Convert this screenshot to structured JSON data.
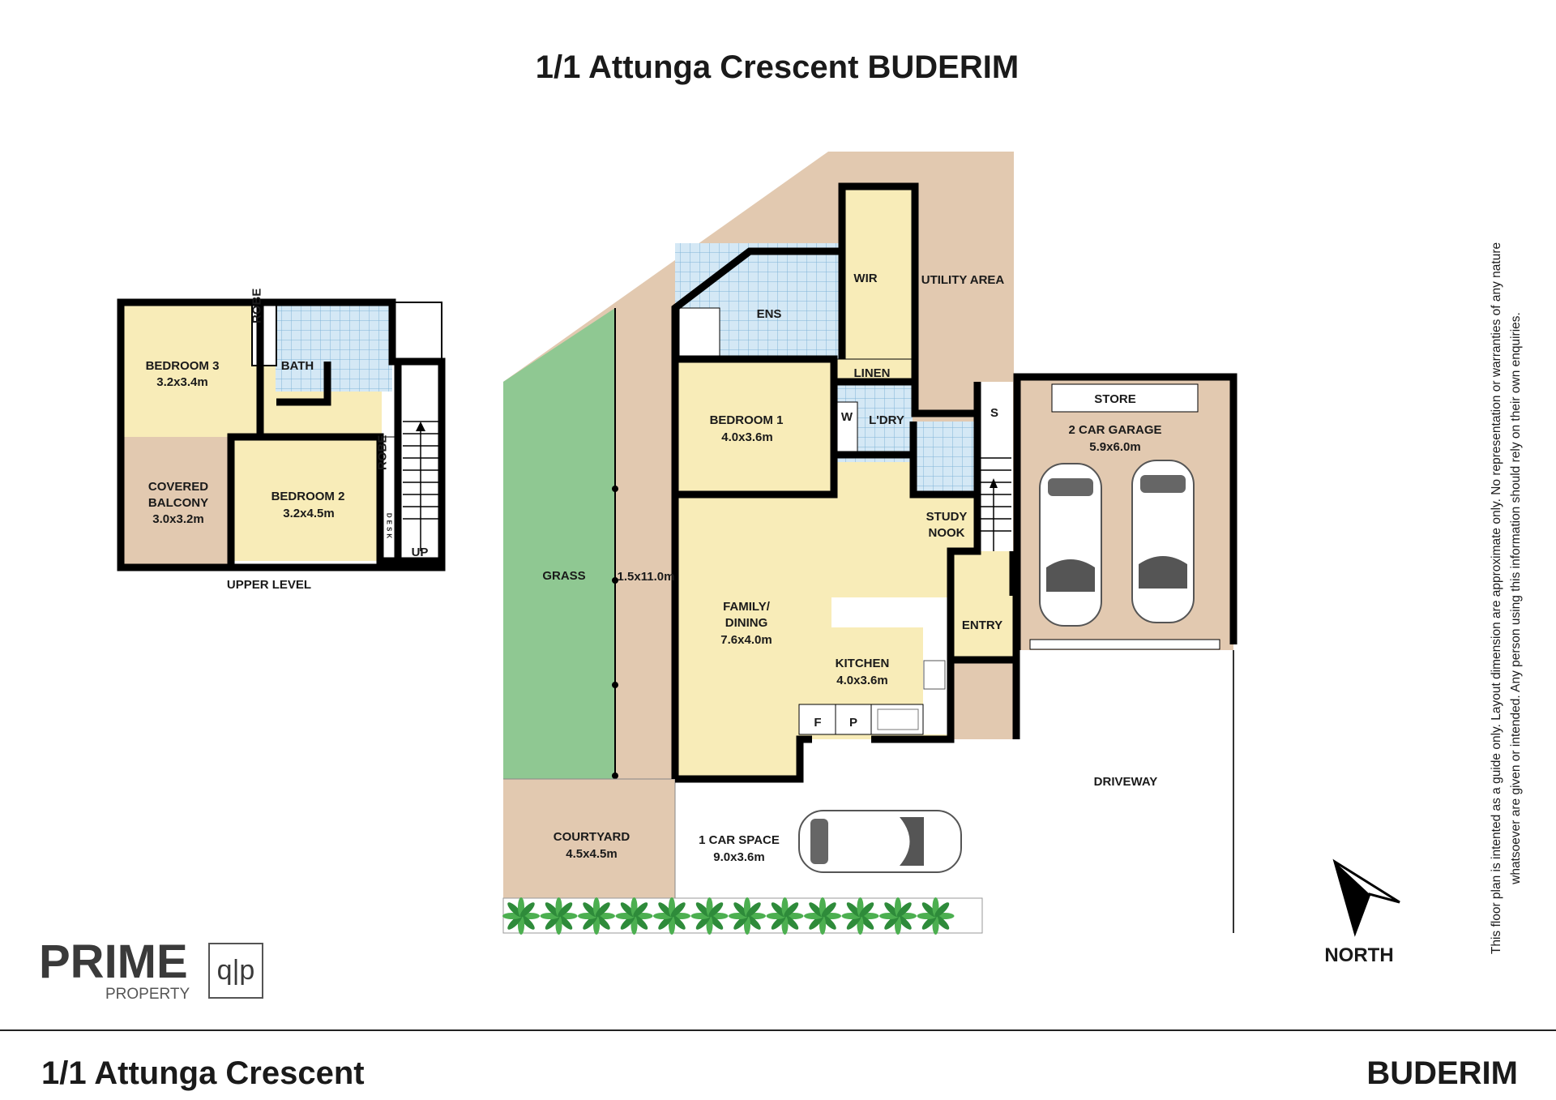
{
  "title": "1/1 Attunga Crescent BUDERIM",
  "upper_level": {
    "label": "UPPER LEVEL",
    "bedroom3": {
      "name": "BEDROOM 3",
      "size": "3.2x3.4m"
    },
    "bedroom2": {
      "name": "BEDROOM 2",
      "size": "3.2x4.5m"
    },
    "balcony": {
      "name1": "COVERED",
      "name2": "BALCONY",
      "size": "3.0x3.2m"
    },
    "robe1": "ROBE",
    "robe2": "ROBE",
    "bath": "BATH",
    "desk": "DESK",
    "up": "UP"
  },
  "ground_level": {
    "grass": "GRASS",
    "side_strip": "1.5x11.0m",
    "ens": "ENS",
    "wir": "WIR",
    "utility": "UTILITY AREA",
    "linen": "LINEN",
    "w": "W",
    "laundry": "L'DRY",
    "bedroom1": {
      "name": "BEDROOM 1",
      "size": "4.0x3.6m"
    },
    "s": "S",
    "store": "STORE",
    "garage": {
      "name": "2 CAR GARAGE",
      "size": "5.9x6.0m"
    },
    "study": {
      "name1": "STUDY",
      "name2": "NOOK"
    },
    "family": {
      "name1": "FAMILY/",
      "name2": "DINING",
      "size": "7.6x4.0m"
    },
    "kitchen": {
      "name": "KITCHEN",
      "size": "4.0x3.6m"
    },
    "entry": "ENTRY",
    "fridge": "F",
    "pantry": "P",
    "driveway": "DRIVEWAY",
    "courtyard": {
      "name": "COURTYARD",
      "size": "4.5x4.5m"
    },
    "car_space": {
      "name": "1 CAR SPACE",
      "size": "9.0x3.6m"
    }
  },
  "north_label": "NORTH",
  "logo": {
    "name": "PRIME",
    "sub": "PROPERTY",
    "mark": "q|p"
  },
  "disclaimer": {
    "line1": "This floor plan is intented as a guide only. Layout dimension are approximate only. No representation or warranties of any nature",
    "line2": "whatsoever are given or intended. Any person using this information should rely on their own enquiries."
  },
  "footer": {
    "address": "1/1 Attunga Crescent",
    "suburb": "BUDERIM"
  },
  "colors": {
    "room": "#f8ecb8",
    "outdoor": "#e2c9b0",
    "grass": "#8fc892",
    "tile": "#d4e8f5",
    "wall": "#000000"
  },
  "palm_count": 12
}
